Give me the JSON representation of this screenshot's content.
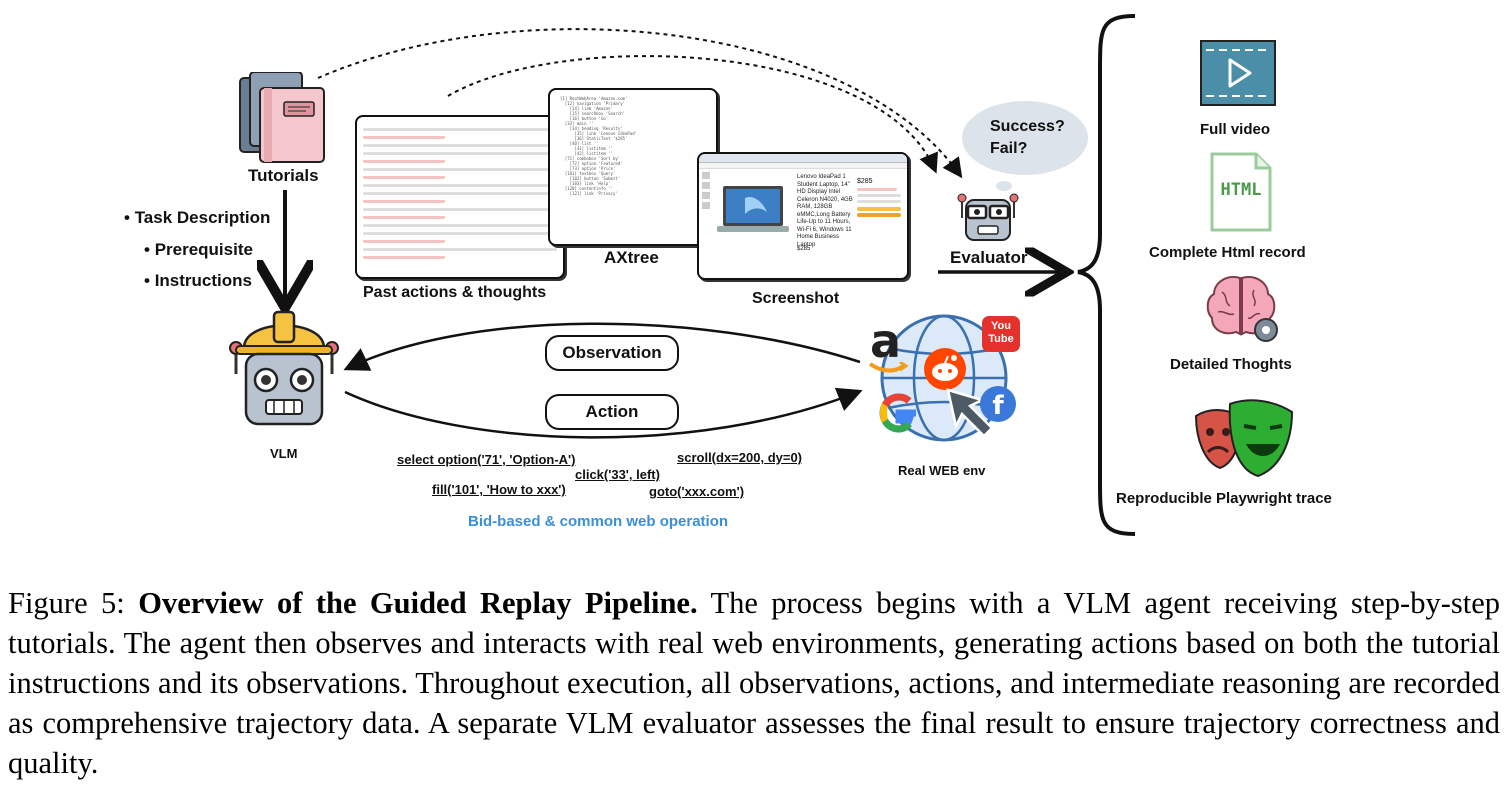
{
  "figure": {
    "tutorials_label": "Tutorials",
    "task_items": [
      "Task Description",
      "Prerequisite",
      "Instructions"
    ],
    "past_actions_label": "Past actions & thoughts",
    "axtree_label": "AXtree",
    "screenshot_label": "Screenshot",
    "screenshot_product": {
      "name": "Lenovo IdeaPad 1 Student Laptop, 14\" HD Display Intel Celeron N4020, 4GB RAM, 128GB eMMC,Long Battery Life-Up to 11 Hours, Wi-Fi 6, Windows 11 Home Business Laptop",
      "price": "$285"
    },
    "evaluator_label": "Evaluator",
    "evaluator_bubble": [
      "Success?",
      "Fail?"
    ],
    "vlm_label": "VLM",
    "observation_label": "Observation",
    "action_label": "Action",
    "real_web_label": "Real WEB env",
    "operations": {
      "select": "select option('71', 'Option-A')",
      "click": "click('33', left)",
      "scroll": "scroll(dx=200, dy=0)",
      "fill": "fill('101', 'How to xxx')",
      "goto": "goto('xxx.com')",
      "caption": "Bid-based & common web operation"
    },
    "outputs": [
      {
        "label": "Full video",
        "icon": "video-icon"
      },
      {
        "label": "Complete Html record",
        "icon": "html-file-icon"
      },
      {
        "label": "Detailed Thoghts",
        "icon": "brain-icon"
      },
      {
        "label": "Reproducible Playwright trace",
        "icon": "playwright-icon"
      }
    ],
    "html_icon_text": "HTML",
    "youtube_text": "You Tube",
    "colors": {
      "accent_blue": "#3b8fd9",
      "underline_red": "#c0392b",
      "helmet_yellow": "#f5c242",
      "video_blue": "#4a8ea8"
    }
  },
  "caption": {
    "prefix": "Figure 5: ",
    "title": "Overview of the Guided Replay Pipeline.",
    "body": " The process begins with a VLM agent receiving step-by-step tutorials. The agent then observes and interacts with real web environments, generating actions based on both the tutorial instructions and its observations. Throughout execution, all observations, actions, and intermediate reasoning are recorded as comprehensive trajectory data. A separate VLM evaluator assesses the final result to ensure trajectory correctness and quality."
  }
}
